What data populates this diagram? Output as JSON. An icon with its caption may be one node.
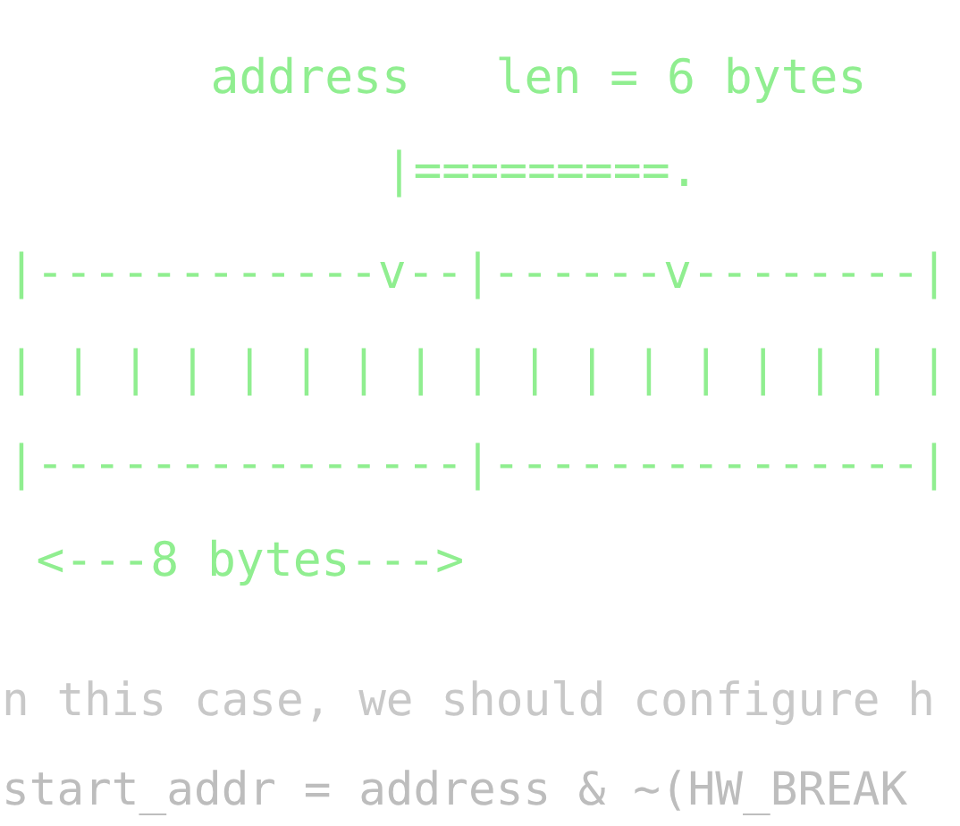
{
  "diagram": {
    "labels": [
      "address   len = 6 bytes",
      "|=========.",
      "|------------v--|------v--------|",
      "| | | | | | | | | | | | | | | | |",
      "|---------------|---------------|",
      "<---8 bytes--->",
      "n this case, we should configure h",
      "start_addr = address & ~(HW_BREAK"
    ]
  }
}
